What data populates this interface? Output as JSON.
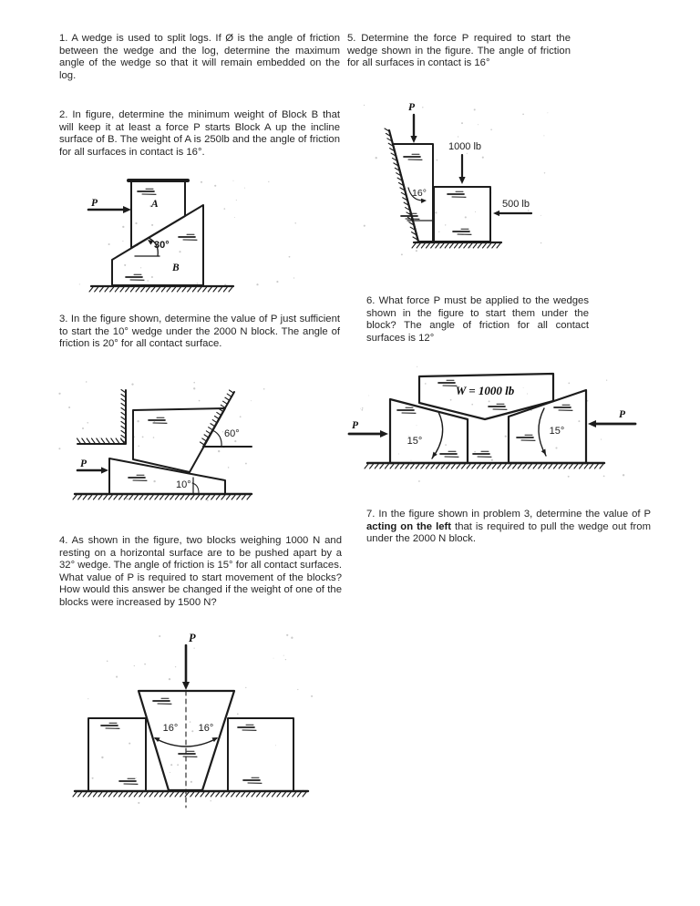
{
  "colors": {
    "ink": "#1c1c1c",
    "paper": "#ffffff"
  },
  "left_column": {
    "problem1": {
      "text": "1. A wedge is used to split logs.  If Ø is the angle of friction between the wedge and the log, determine the maximum angle of the wedge so that it will remain embedded on the log."
    },
    "problem2": {
      "text": "2.  In figure, determine the minimum weight of Block B that will keep it at least a force P starts Block A up the incline surface of B.  The weight of A is 250lb and the angle of friction for all surfaces in contact is 16°."
    },
    "problem3": {
      "text": "3. In the figure shown, determine the value of P just sufficient to start the 10° wedge under the 2000 N block.  The angle of friction is 20° for all contact surface."
    },
    "problem4": {
      "text": "4.  As shown in the figure, two blocks weighing 1000 N and resting on a horizontal surface are to be pushed apart by a 32° wedge.  The angle of friction is 15° for all contact surfaces.  What value of P is required to start movement of the blocks?  How would this answer be changed if the weight of one of the blocks were increased by 1500 N?"
    }
  },
  "right_column": {
    "problem5": {
      "text": "5. Determine the force P required to start the wedge shown in the figure.   The angle of friction for all surfaces in contact is 16°"
    },
    "problem6": {
      "text": "6. What force P must be applied to the wedges shown in the figure to start them under the block?  The angle of friction for all contact surfaces is 12°"
    },
    "problem7": {
      "text_before_bold": "7.  In the figure shown in problem 3, determine the value of P ",
      "bold_text": "acting on the left",
      "text_after_bold": " that is required to pull the wedge out from under the 2000 N block."
    }
  },
  "figures": {
    "figure2": {
      "p": "P",
      "a": "A",
      "b": "B",
      "angle": "30°"
    },
    "figure3": {
      "p": "P",
      "angle_surface": "60°",
      "angle_wedge": "10°"
    },
    "figure4": {
      "p": "P",
      "angle_left": "16°",
      "angle_right": "16°"
    },
    "figure5": {
      "p": "P",
      "load_top": "1000 lb",
      "load_side": "500 lb",
      "angle": "16°"
    },
    "figure6": {
      "w": "W = 1000 lb",
      "p_left": "P",
      "p_right": "P",
      "angle_left": "15°",
      "angle_right": "15°"
    }
  }
}
